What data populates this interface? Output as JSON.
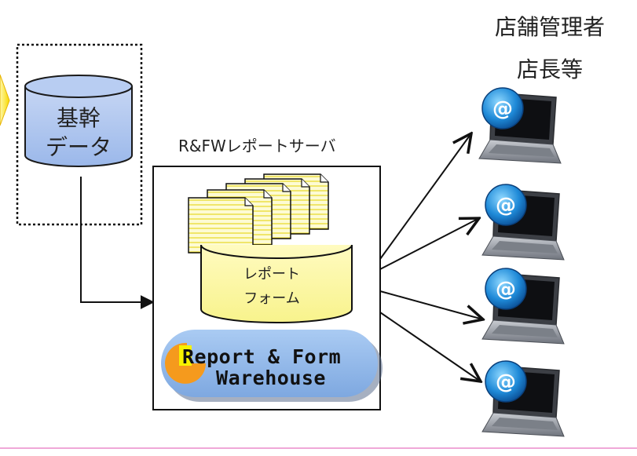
{
  "title_line1": "店舗管理者",
  "title_line2": "店長等",
  "source_db": {
    "line1": "基幹",
    "line2": "データ"
  },
  "server_label": "R&FWレポートサーバ",
  "report_db": {
    "line1": "レポート",
    "line2": "フォーム"
  },
  "product_logo": {
    "line1": "Report & Form",
    "line2": "Warehouse"
  },
  "clients": [
    {
      "icon": "laptop-email-icon",
      "glyph": "@"
    },
    {
      "icon": "laptop-email-icon",
      "glyph": "@"
    },
    {
      "icon": "laptop-email-icon",
      "glyph": "@"
    },
    {
      "icon": "laptop-email-icon",
      "glyph": "@"
    }
  ],
  "colors": {
    "db_blue": "#a9c2ee",
    "db_yellow": "#fbf8a6",
    "logo_blue": "#8fb6e8",
    "logo_orange": "#f5a126",
    "footer_line": "#f0a8d8"
  }
}
